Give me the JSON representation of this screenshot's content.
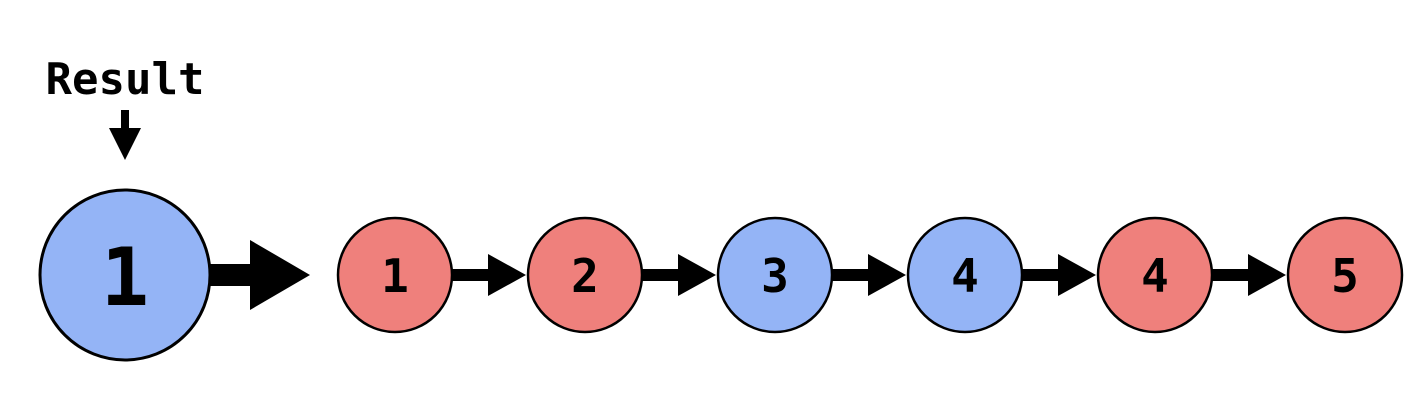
{
  "pointer": {
    "label": "Result"
  },
  "head_node": {
    "value": "1",
    "color": "#94b4f6"
  },
  "list_nodes": [
    {
      "value": "1",
      "color": "#ef807c"
    },
    {
      "value": "2",
      "color": "#ef807c"
    },
    {
      "value": "3",
      "color": "#94b4f6"
    },
    {
      "value": "4",
      "color": "#94b4f6"
    },
    {
      "value": "4",
      "color": "#ef807c"
    },
    {
      "value": "5",
      "color": "#ef807c"
    }
  ],
  "colors": {
    "blue_node": "#94b4f6",
    "red_node": "#ef807c",
    "outline": "#000000",
    "arrow": "#000000"
  }
}
